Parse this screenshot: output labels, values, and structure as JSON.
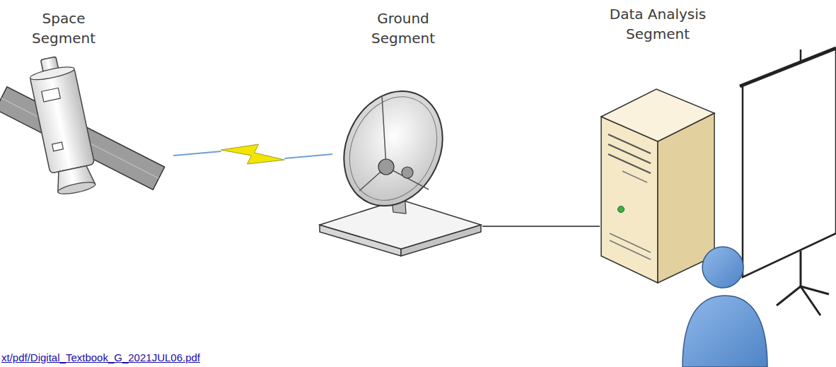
{
  "diagram": {
    "nodes": [
      {
        "text": [
          "Space Segment"
        ]
      },
      {
        "text": [
          "Ground Segment"
        ]
      },
      {
        "text": [
          "Data Analysis Segment"
        ]
      }
    ],
    "edges": [
      {
        "from": 0,
        "to": 1,
        "arrow": "none"
      },
      {
        "from": 1,
        "to": 2,
        "arrow": "none"
      }
    ],
    "labels": [
      "xt/pdf/Digital_Textbook_G_2021JUL06.pdf"
    ]
  }
}
